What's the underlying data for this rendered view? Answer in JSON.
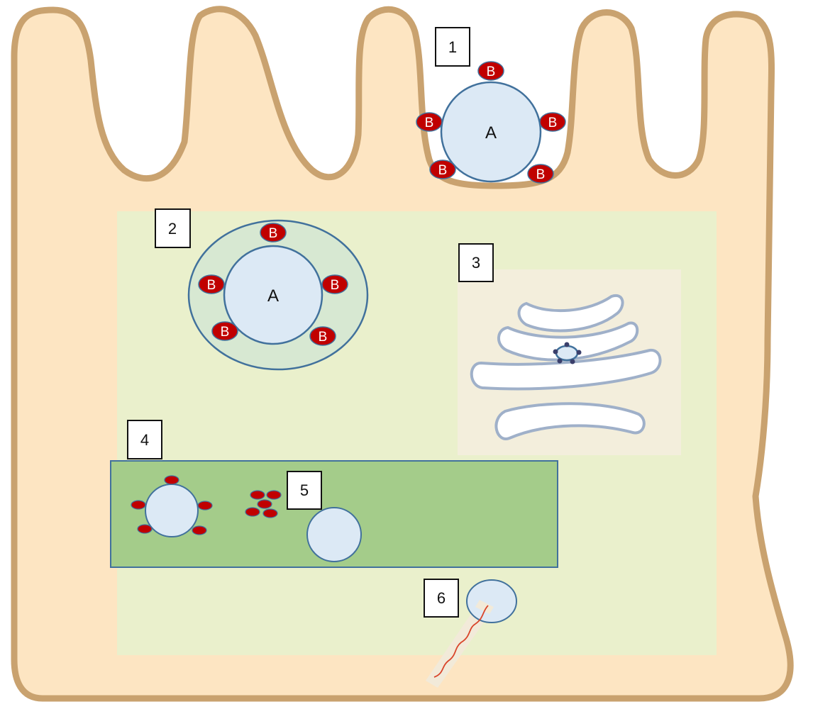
{
  "diagram": {
    "colors": {
      "cell_fill": "#fde5c2",
      "cell_outline": "#c9a26f",
      "cytoplasm_region": "#eaf0cc",
      "golgi_background": "#f3eedc",
      "golgi_membrane": "#9fb0c9",
      "compartment_green": "#a4cc8a",
      "compartment_border": "#41719c",
      "vesicle_fill": "#dce9f5",
      "vesicle_border": "#41719c",
      "receptor_fill": "#c00000",
      "endosome_fill": "#d7e8d2",
      "microtubule": "#f2ead9",
      "motor_line": "#d9452b"
    },
    "step_labels": {
      "s1": "1",
      "s2": "2",
      "s3": "3",
      "s4": "4",
      "s5": "5",
      "s6": "6"
    },
    "cargo_label": "A",
    "receptor_label": "B"
  }
}
